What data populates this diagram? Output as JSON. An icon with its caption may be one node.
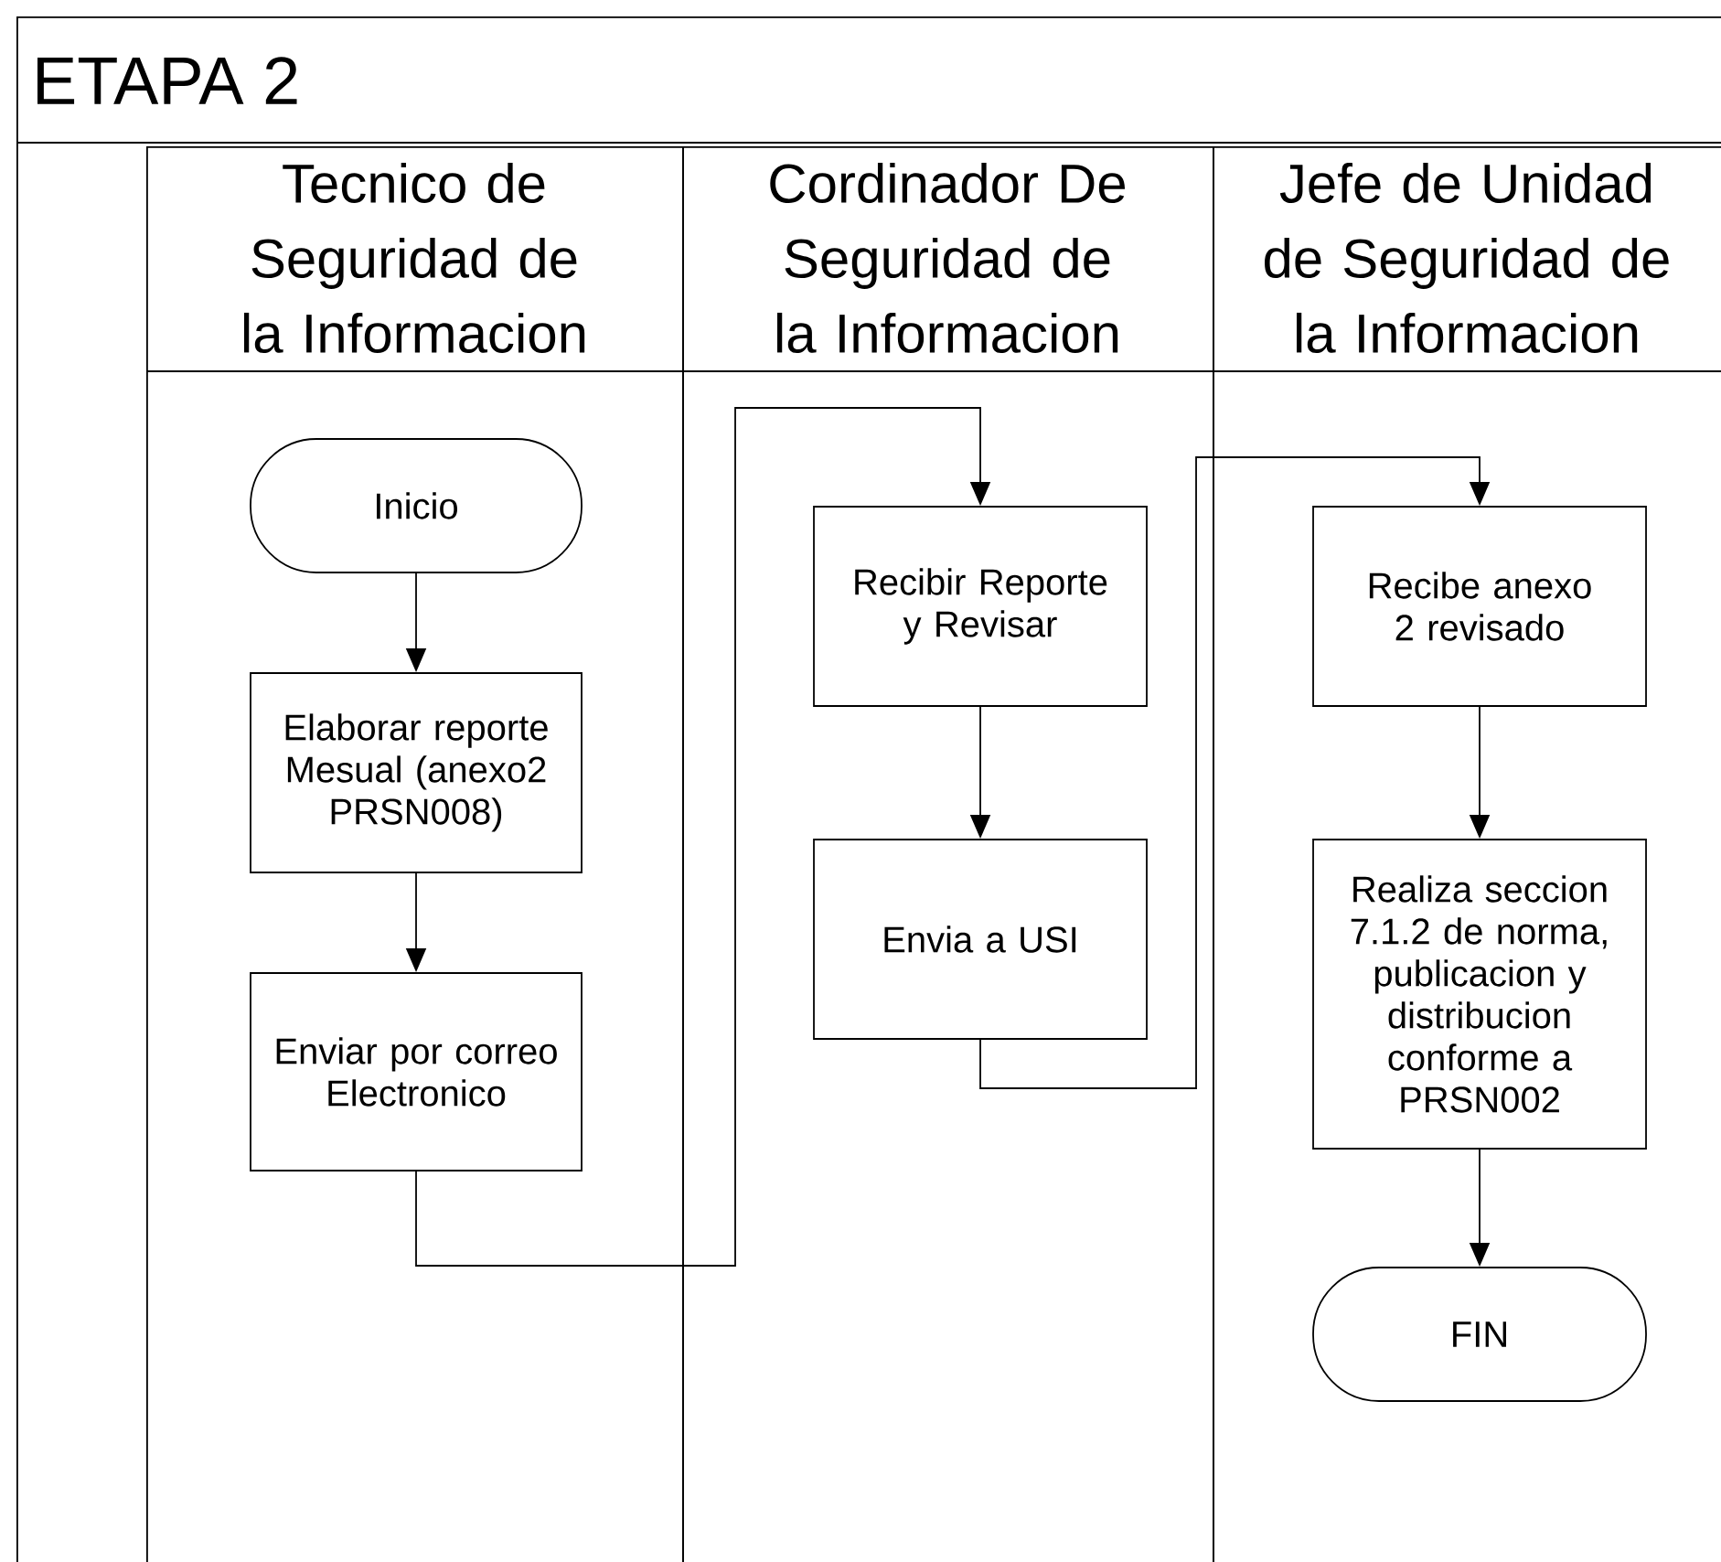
{
  "diagram": {
    "nodes": [
      {
        "text": [
          "ETAPA 2"
        ]
      },
      {
        "text": [
          "Tecnico de Seguridad de la Informacion"
        ],
        "in": 0
      },
      {
        "text": [
          "Cordinador De Seguridad de la Informacion"
        ],
        "in": 0
      },
      {
        "text": [
          "Jefe de Unidad de Seguridad de la Informacion"
        ],
        "in": 0
      },
      {
        "text": [
          "Inicio"
        ],
        "in": 1
      },
      {
        "text": [
          "Elaborar reporte Mesual (anexo2 PRSN008)"
        ],
        "in": 1
      },
      {
        "text": [
          "Enviar por correo Electronico"
        ],
        "in": 1
      },
      {
        "text": [
          "Recibir Reporte y Revisar"
        ],
        "in": 2
      },
      {
        "text": [
          "Envia a USI"
        ],
        "in": 2
      },
      {
        "text": [
          "Recibe anexo 2 revisado"
        ],
        "in": 3
      },
      {
        "text": [
          "Realiza seccion 7.1.2 de norma, publicacion y distribucion conforme a PRSN002"
        ],
        "in": 3
      },
      {
        "text": [
          "FIN"
        ],
        "in": 3
      }
    ],
    "edges": [
      {
        "from": 4,
        "to": 5,
        "arrow": "to"
      },
      {
        "from": 5,
        "to": 6,
        "arrow": "to"
      },
      {
        "from": 6,
        "to": 7,
        "arrow": "to"
      },
      {
        "from": 7,
        "to": 8,
        "arrow": "to"
      },
      {
        "from": 8,
        "to": 9,
        "arrow": "to"
      },
      {
        "from": 9,
        "to": 10,
        "arrow": "to"
      },
      {
        "from": 10,
        "to": 11,
        "arrow": "to"
      }
    ]
  }
}
